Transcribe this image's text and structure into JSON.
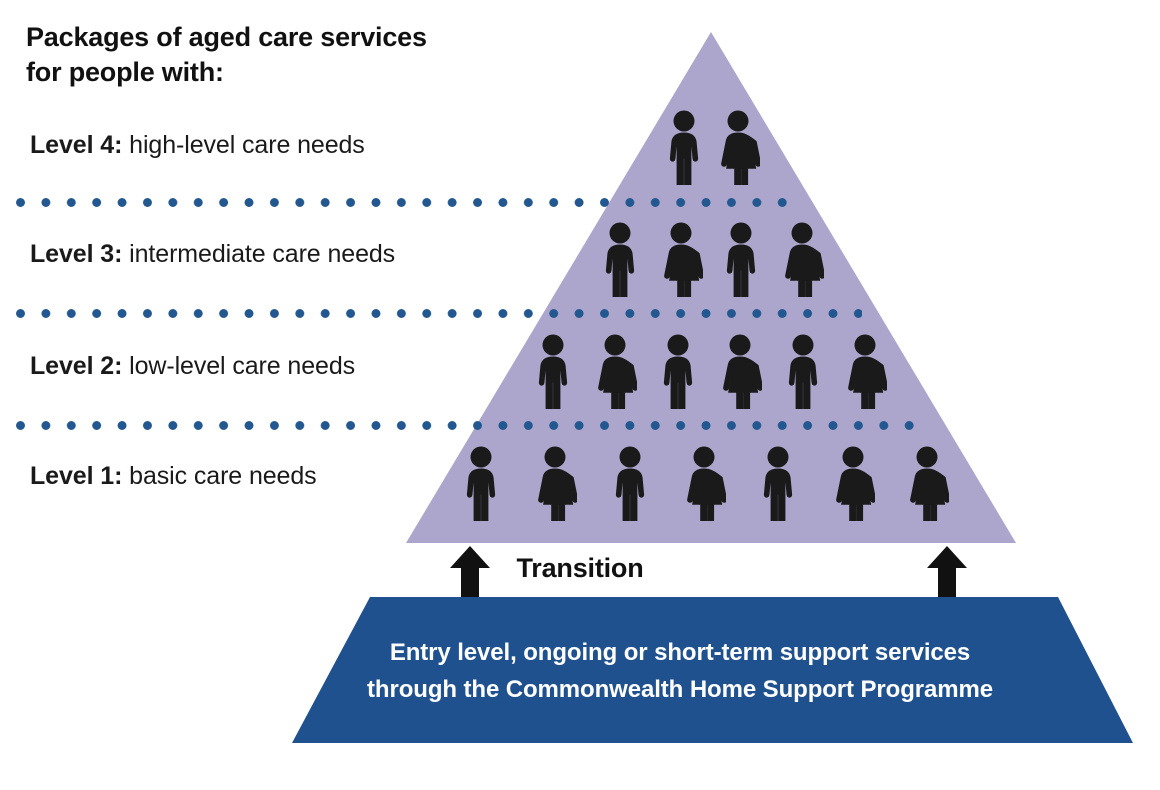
{
  "heading": {
    "line1": "Packages of aged care services",
    "line2": "for people with:"
  },
  "levels": [
    {
      "id": "level-4",
      "name": "Level 4:",
      "description": " high-level care needs",
      "people": 2,
      "genders": [
        "male",
        "female"
      ]
    },
    {
      "id": "level-3",
      "name": "Level 3:",
      "description": " intermediate care needs",
      "people": 4,
      "genders": [
        "male",
        "female",
        "male",
        "female"
      ]
    },
    {
      "id": "level-2",
      "name": "Level 2:",
      "description": " low-level care needs",
      "people": 6,
      "genders": [
        "male",
        "female",
        "male",
        "female",
        "male",
        "female"
      ]
    },
    {
      "id": "level-1",
      "name": "Level 1:",
      "description": " basic care needs",
      "people": 7,
      "genders": [
        "male",
        "female",
        "male",
        "female",
        "male",
        "female",
        "female"
      ]
    }
  ],
  "transition": {
    "label": "Transition",
    "arrows": 2,
    "arrow_direction": "up"
  },
  "banner": {
    "line1": "Entry level, ongoing or short-term support services",
    "line2": "through the Commonwealth Home Support Programme"
  },
  "colors": {
    "pyramid_fill": "#aca6cc",
    "banner_fill": "#20518f",
    "dot_blue": "#23578f",
    "figure_black": "#1a1a1a",
    "text_black": "#111111",
    "background": "#ffffff"
  },
  "chart_data": {
    "type": "pyramid",
    "title": "Packages of aged care services for people with:",
    "tiers": [
      {
        "label": "Level 4: high-level care needs",
        "count": 2
      },
      {
        "label": "Level 3: intermediate care needs",
        "count": 4
      },
      {
        "label": "Level 2: low-level care needs",
        "count": 6
      },
      {
        "label": "Level 1: basic care needs",
        "count": 7
      }
    ],
    "base_label": "Entry level, ongoing or short-term support services through the Commonwealth Home Support Programme",
    "connector_label": "Transition"
  }
}
